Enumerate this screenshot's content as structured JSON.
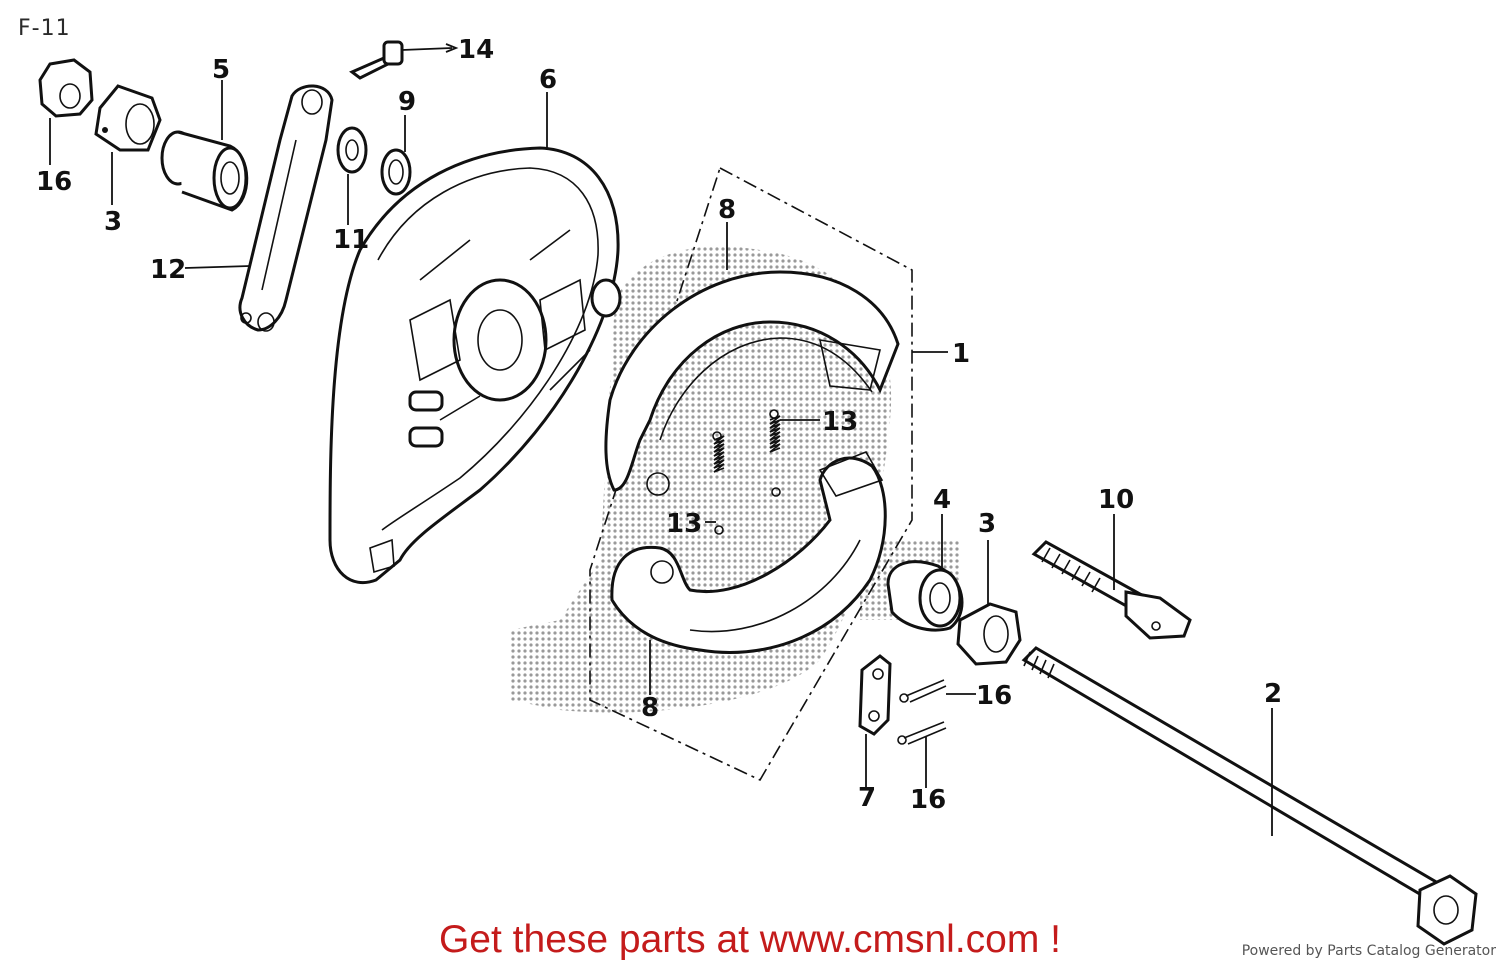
{
  "page": {
    "title": "F-11",
    "promo": "Get these parts at www.cmsnl.com !",
    "credit": "Powered by Parts Catalog Generator"
  },
  "callouts": {
    "c1": "1",
    "c2": "2",
    "c3a": "3",
    "c3b": "3",
    "c4": "4",
    "c5": "5",
    "c6": "6",
    "c7": "7",
    "c8a": "8",
    "c8b": "8",
    "c9": "9",
    "c10": "10",
    "c11": "11",
    "c12": "12",
    "c13a": "13",
    "c13b": "13",
    "c14": "14",
    "c16a": "16",
    "c16b": "16",
    "c16c": "16"
  },
  "colors": {
    "promo": "#c41b1b",
    "line": "#111111",
    "halftone": "#9a9a9a"
  }
}
